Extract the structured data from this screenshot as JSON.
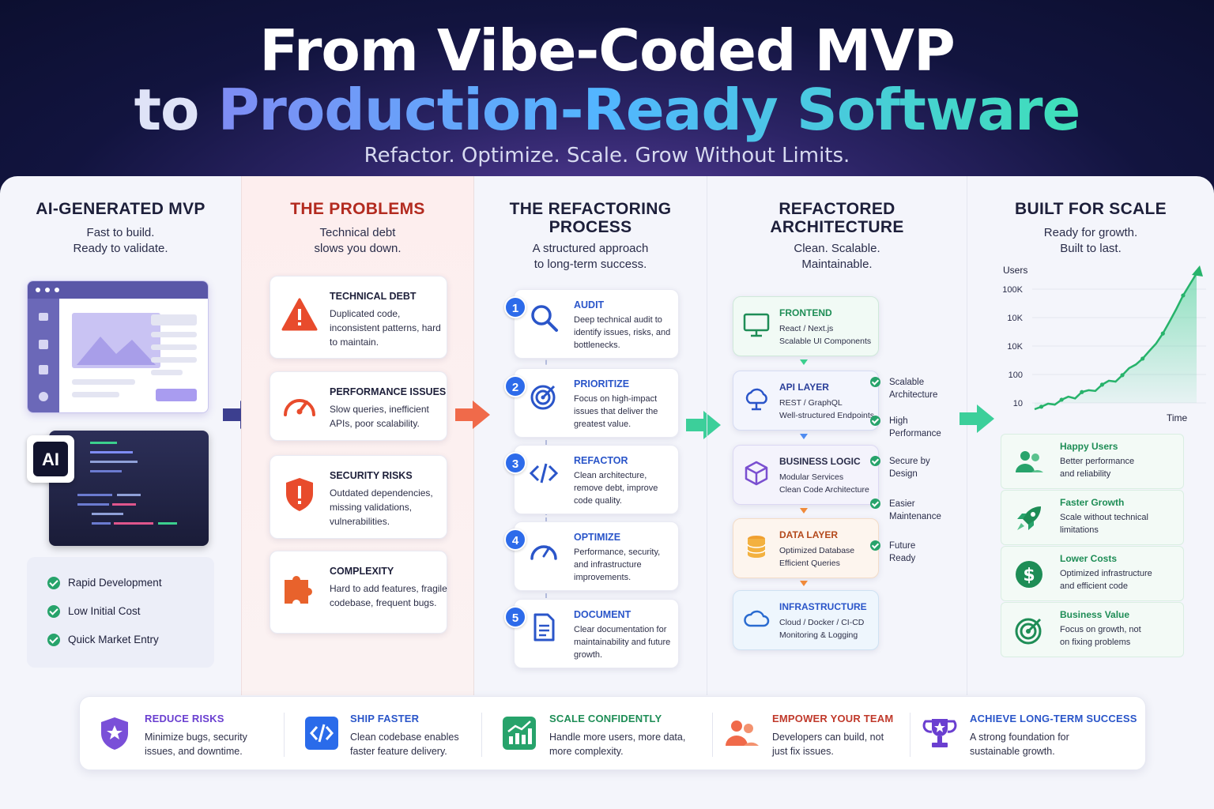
{
  "header": {
    "title_line1": "From Vibe-Coded MVP",
    "title_line2_word1": "to",
    "title_line2_rest": "Production-Ready Software",
    "subtitle": "Refactor. Optimize. Scale. Grow Without Limits."
  },
  "mvp": {
    "heading": "AI-GENERATED MVP",
    "sub1": "Fast to build.",
    "sub2": "Ready to validate.",
    "ai_badge": "AI",
    "benefits": [
      "Rapid Development",
      "Low Initial Cost",
      "Quick Market Entry"
    ]
  },
  "problems": {
    "heading": "THE PROBLEMS",
    "sub1": "Technical debt",
    "sub2": "slows you down.",
    "items": [
      {
        "title": "TECHNICAL DEBT",
        "desc": "Duplicated code, inconsistent patterns, hard to maintain.",
        "icon": "warning-icon"
      },
      {
        "title": "PERFORMANCE ISSUES",
        "desc": "Slow queries, inefficient APIs, poor scalability.",
        "icon": "speedometer-icon"
      },
      {
        "title": "SECURITY RISKS",
        "desc": "Outdated dependencies, missing validations, vulnerabilities.",
        "icon": "shield-alert-icon"
      },
      {
        "title": "COMPLEXITY",
        "desc": "Hard to add features, fragile codebase, frequent bugs.",
        "icon": "puzzle-icon"
      }
    ]
  },
  "process": {
    "heading1": "THE REFACTORING",
    "heading2": "PROCESS",
    "sub1": "A structured approach",
    "sub2": "to long-term success.",
    "steps": [
      {
        "num": "1",
        "title": "AUDIT",
        "desc": "Deep technical audit to identify issues, risks, and bottlenecks.",
        "icon": "magnifier-icon"
      },
      {
        "num": "2",
        "title": "PRIORITIZE",
        "desc": "Focus on high-impact issues that deliver the greatest value.",
        "icon": "target-icon"
      },
      {
        "num": "3",
        "title": "REFACTOR",
        "desc": "Clean architecture, remove debt, improve code quality.",
        "icon": "code-icon"
      },
      {
        "num": "4",
        "title": "OPTIMIZE",
        "desc": "Performance, security, and infrastructure improvements.",
        "icon": "gauge-icon"
      },
      {
        "num": "5",
        "title": "DOCUMENT",
        "desc": "Clear documentation for maintainability and future growth.",
        "icon": "document-icon"
      }
    ]
  },
  "architecture": {
    "heading1": "REFACTORED",
    "heading2": "ARCHITECTURE",
    "sub1": "Clean. Scalable.",
    "sub2": "Maintainable.",
    "layers": [
      {
        "title": "FRONTEND",
        "line1": "React / Next.js",
        "line2": "Scalable UI Components",
        "color": "#1e8d56",
        "icon": "monitor-icon"
      },
      {
        "title": "API LAYER",
        "line1": "REST / GraphQL",
        "line2": "Well-structured Endpoints",
        "color": "#2a3f9a",
        "icon": "cloud-network-icon"
      },
      {
        "title": "BUSINESS LOGIC",
        "line1": "Modular Services",
        "line2": "Clean Code Architecture",
        "color": "#2a2d4a",
        "icon": "cube-icon"
      },
      {
        "title": "DATA LAYER",
        "line1": "Optimized Database",
        "line2": "Efficient Queries",
        "color": "#b4491c",
        "icon": "database-icon"
      },
      {
        "title": "INFRASTRUCTURE",
        "line1": "Cloud / Docker / CI-CD",
        "line2": "Monitoring & Logging",
        "color": "#2a55c9",
        "icon": "cloud-icon"
      }
    ],
    "features": [
      {
        "line1": "Scalable",
        "line2": "Architecture"
      },
      {
        "line1": "High",
        "line2": "Performance"
      },
      {
        "line1": "Secure by",
        "line2": "Design"
      },
      {
        "line1": "Easier",
        "line2": "Maintenance"
      },
      {
        "line1": "Future",
        "line2": "Ready"
      }
    ]
  },
  "scale": {
    "heading": "BUILT FOR SCALE",
    "sub1": "Ready for growth.",
    "sub2": "Built to last.",
    "benefits": [
      {
        "title": "Happy Users",
        "line1": "Better performance",
        "line2": "and reliability",
        "icon": "users-icon"
      },
      {
        "title": "Faster Growth",
        "line1": "Scale without technical",
        "line2": "limitations",
        "icon": "rocket-icon"
      },
      {
        "title": "Lower Costs",
        "line1": "Optimized infrastructure",
        "line2": "and efficient code",
        "icon": "dollar-icon"
      },
      {
        "title": "Business Value",
        "line1": "Focus on growth, not",
        "line2": "on fixing problems",
        "icon": "target-icon"
      }
    ]
  },
  "chart_data": {
    "type": "line",
    "ylabel": "Users",
    "xlabel": "Time",
    "ytick_labels": [
      "10",
      "100",
      "10K",
      "10K",
      "100K"
    ],
    "series": [
      {
        "values": [
          10,
          12,
          15,
          14,
          20,
          25,
          22,
          35,
          40,
          38,
          60,
          80,
          75,
          120,
          200,
          260,
          400,
          700,
          1200,
          2500,
          6000,
          15000,
          40000,
          90000,
          200000
        ]
      }
    ],
    "grid": true
  },
  "footer": [
    {
      "title": "REDUCE RISKS",
      "line1": "Minimize bugs, security",
      "line2": "issues, and downtime.",
      "color": "#6a3fd0",
      "icon": "shield-star-icon"
    },
    {
      "title": "SHIP FASTER",
      "line1": "Clean codebase enables",
      "line2": "faster feature delivery.",
      "color": "#2a55c9",
      "icon": "code-icon"
    },
    {
      "title": "SCALE CONFIDENTLY",
      "line1": "Handle more users, more data,",
      "line2": "more complexity.",
      "color": "#1e8d56",
      "icon": "chart-up-icon"
    },
    {
      "title": "EMPOWER YOUR TEAM",
      "line1": "Developers can build, not",
      "line2": "just fix issues.",
      "color": "#c0392b",
      "icon": "team-icon"
    },
    {
      "title": "ACHIEVE LONG-TERM SUCCESS",
      "line1": "A strong foundation for",
      "line2": "sustainable growth.",
      "color": "#2a55c9",
      "icon": "trophy-icon"
    }
  ]
}
